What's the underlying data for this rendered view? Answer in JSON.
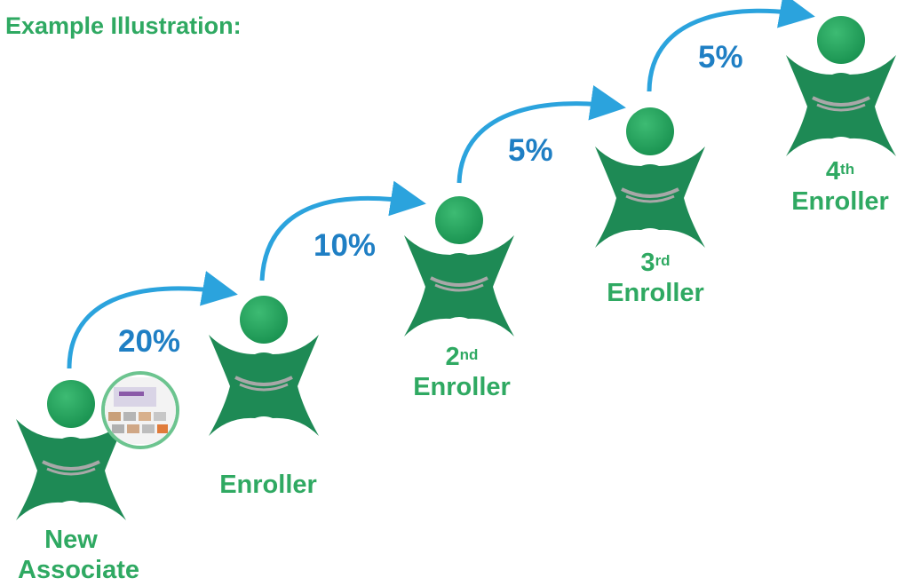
{
  "title": "Example Illustration:",
  "people": [
    {
      "id": "new-associate",
      "label_line1": "New",
      "label_line2": "Associate",
      "has_product_badge": true
    },
    {
      "id": "enroller",
      "label": "Enroller"
    },
    {
      "id": "2nd-enroller",
      "ordinal_num": "2",
      "ordinal_suffix": "nd",
      "label": "Enroller"
    },
    {
      "id": "3rd-enroller",
      "ordinal_num": "3",
      "ordinal_suffix": "rd",
      "label": "Enroller"
    },
    {
      "id": "4th-enroller",
      "ordinal_num": "4",
      "ordinal_suffix": "th",
      "label": "Enroller"
    }
  ],
  "percentages": [
    "20%",
    "10%",
    "5%",
    "5%"
  ],
  "colors": {
    "figure_green": "#1e8a55",
    "head_green": "#22a65f",
    "label_green": "#2fa962",
    "arrow_blue": "#2ba3dd",
    "percent_blue": "#1f7fc4",
    "ring_gray": "#a8a8a8"
  },
  "icons": [
    "person-figure-icon",
    "product-badge-icon",
    "curved-arrow-icon"
  ]
}
